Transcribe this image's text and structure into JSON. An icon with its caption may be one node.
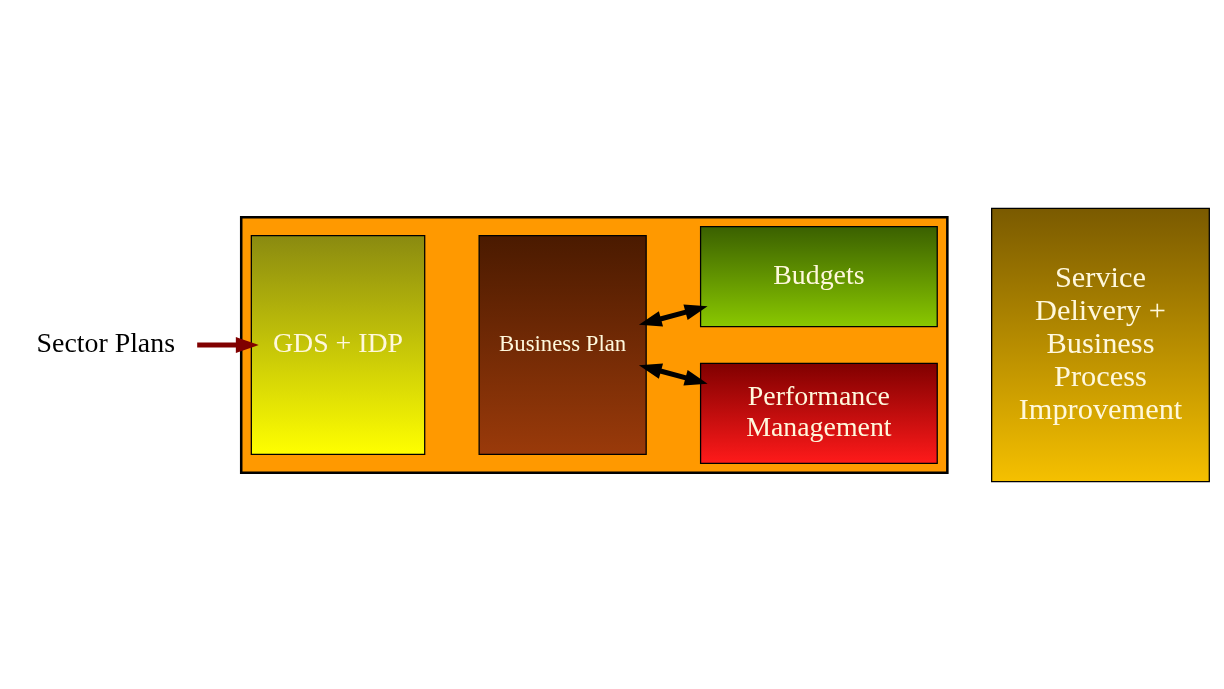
{
  "diagram": {
    "nodes": [
      {
        "text": [
          "Sector Plans"
        ]
      },
      {
        "text": [],
        "shape": "arrow"
      },
      {
        "text": [
          "GDS + IDP"
        ],
        "in": 1
      },
      {
        "text": [
          "Business Plan"
        ],
        "in": 1
      },
      {
        "text": [
          "Performance Management"
        ],
        "in": 1
      },
      {
        "text": [
          "Budgets"
        ],
        "in": 1
      },
      {
        "text": [
          "Service Delivery + Business Process Improvement"
        ]
      }
    ],
    "edges": [
      {
        "from": 0,
        "to": 2,
        "arrow": "to",
        "color": "#800000"
      },
      {
        "from": 3,
        "to": 4,
        "arrow": "both"
      },
      {
        "from": 3,
        "to": 5,
        "arrow": "both"
      }
    ]
  }
}
